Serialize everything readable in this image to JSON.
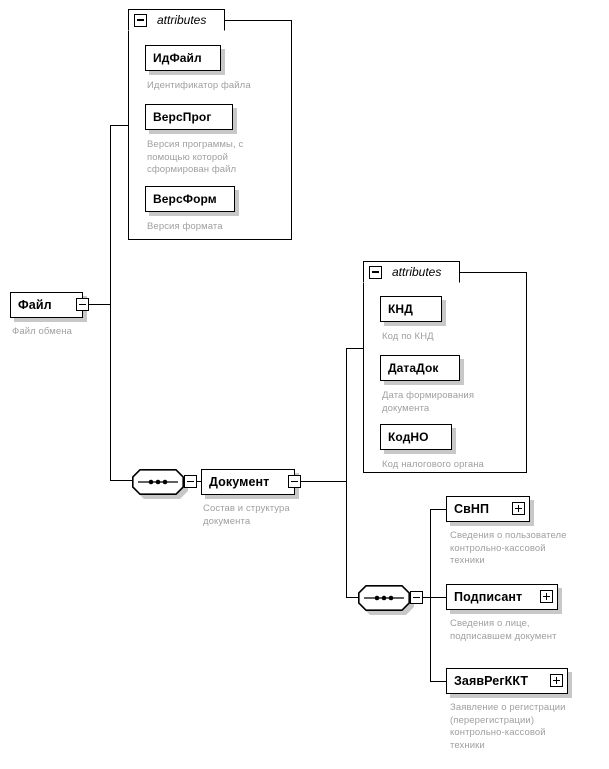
{
  "diagram": {
    "type": "xml-schema-tree",
    "root": {
      "name": "Файл",
      "caption": "Файл обмена",
      "toggle": "minus"
    },
    "root_attributes": {
      "title": "attributes",
      "toggle": "minus",
      "items": [
        {
          "name": "ИдФайл",
          "caption": "Идентификатор файла"
        },
        {
          "name": "ВерсПрог",
          "caption": "Версия программы, с\nпомощью которой\nсформирован файл"
        },
        {
          "name": "ВерсФорм",
          "caption": "Версия формата"
        }
      ]
    },
    "document": {
      "name": "Документ",
      "caption": "Состав и структура\nдокумента",
      "toggle": "minus",
      "sequence_toggle": "minus"
    },
    "document_attributes": {
      "title": "attributes",
      "toggle": "minus",
      "items": [
        {
          "name": "КНД",
          "caption": "Код по КНД"
        },
        {
          "name": "ДатаДок",
          "caption": "Дата формирования\nдокумента"
        },
        {
          "name": "КодНО",
          "caption": "Код налогового органа"
        }
      ]
    },
    "document_children": {
      "sequence_toggle": "minus",
      "items": [
        {
          "name": "СвНП",
          "caption": "Сведения о пользователе\nконтрольно-кассовой\nтехники",
          "toggle": "plus"
        },
        {
          "name": "Подписант",
          "caption": "Сведения о лице,\nподписавшем документ",
          "toggle": "plus"
        },
        {
          "name": "ЗаявРегККТ",
          "caption": "Заявление о регистрации\n(перерегистрации)\nконтрольно-кассовой\nтехники",
          "toggle": "plus"
        }
      ]
    },
    "colors": {
      "line": "#000000",
      "node_border": "#000000",
      "caption": "#a0a0a0",
      "shadow": "#c8c8c8",
      "background": "#ffffff"
    }
  }
}
